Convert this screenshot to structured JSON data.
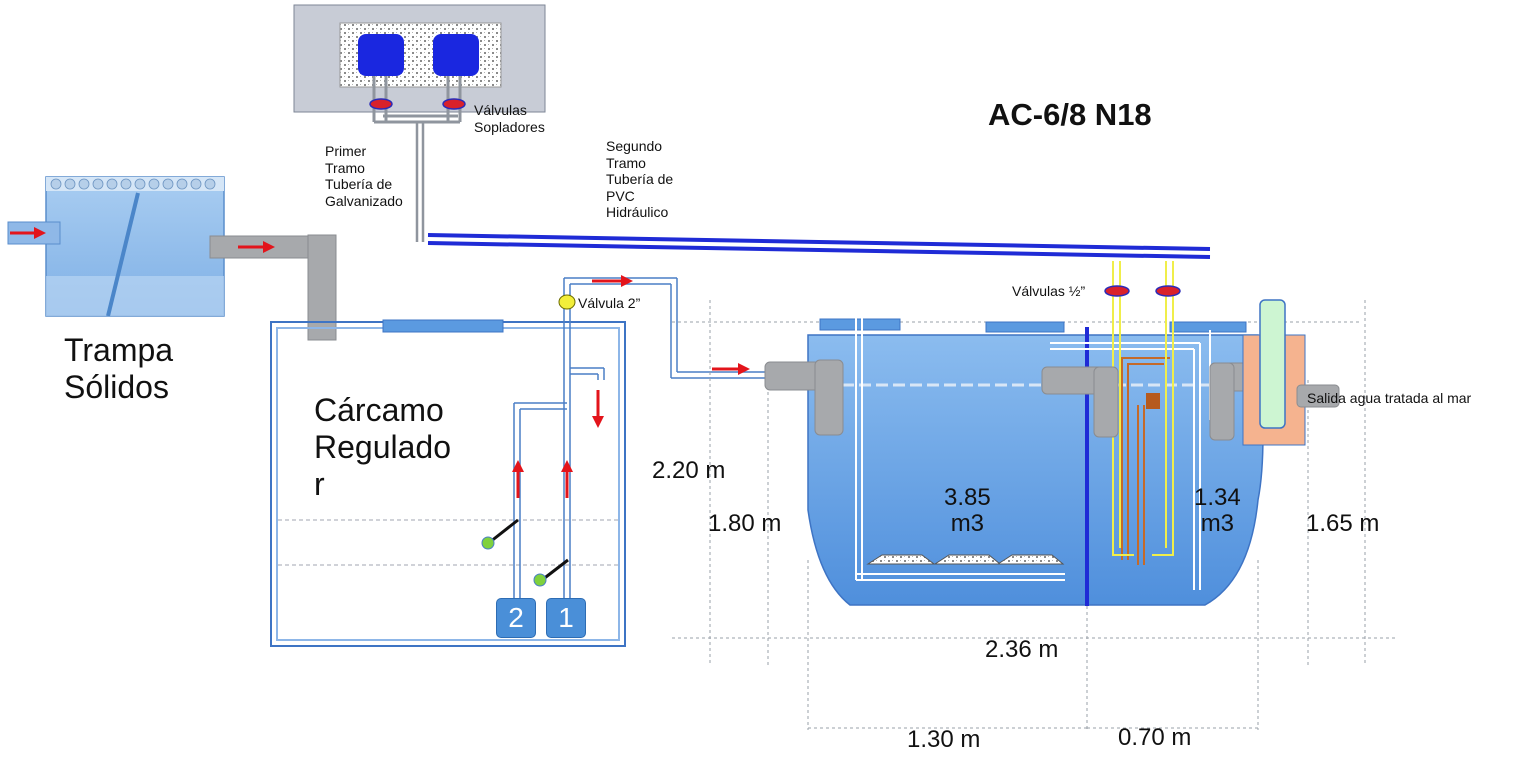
{
  "title": "AC-6/8 N18",
  "colors": {
    "tank_fill": "#5b9ae0",
    "pipe_blue": "#1f2bd6",
    "arrow": "#e3141b",
    "valve": "#d9212b",
    "air_line": "#f0ee4a",
    "copper_pipe": "#c46a2a",
    "outlet_box": "#f5b38f",
    "gray": "#a7a9ac"
  },
  "labels": {
    "trampa": "Trampa\nSólidos",
    "carcamo": "Cárcamo\nRegulado\nr",
    "primer_tramo": "Primer\nTramo\nTubería de\nGalvanizado",
    "segundo_tramo": "Segundo\nTramo\nTubería de\nPVC\nHidráulico",
    "valvulas_sopladores": "Válvulas\nSopladores",
    "valvula_2": "Válvula 2”",
    "valvulas_half": "Válvulas ½”",
    "salida": "Salida agua tratada al mar",
    "vol_main": "3.85\nm3",
    "vol_second": "1.34\nm3"
  },
  "pumps": [
    "2",
    "1"
  ],
  "dimensions": {
    "h_total": "2.20 m",
    "h_inlet": "1.80 m",
    "h_outlet": "1.65 m",
    "w_total": "2.36 m",
    "w_main": "1.30 m",
    "w_second": "0.70 m"
  }
}
